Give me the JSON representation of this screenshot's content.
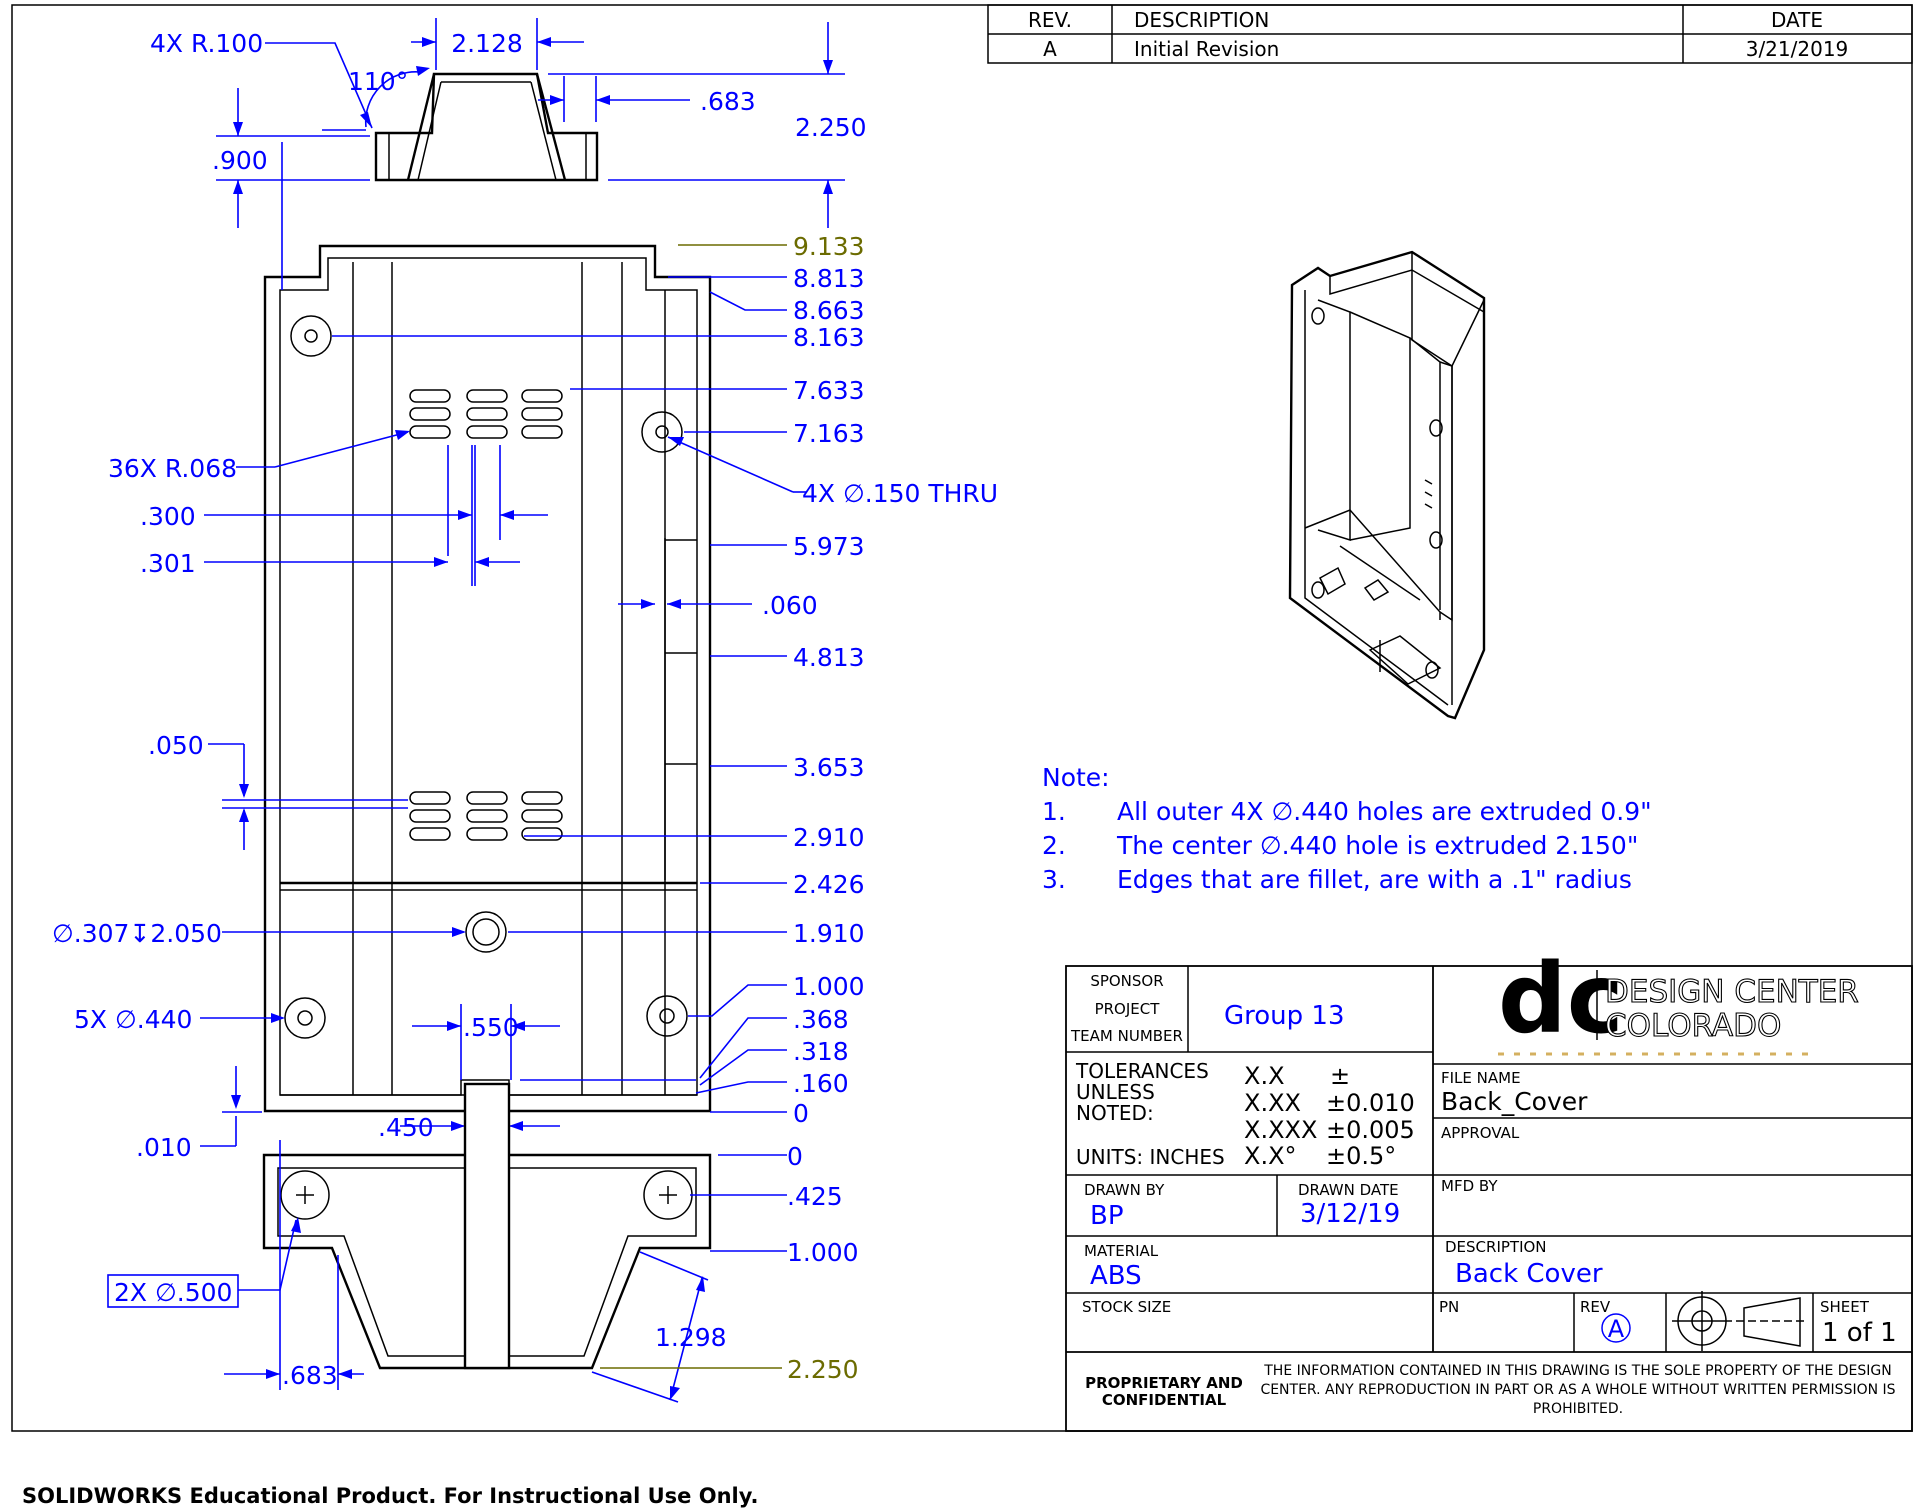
{
  "revision_table": {
    "headers": {
      "rev": "REV.",
      "description": "DESCRIPTION",
      "date": "DATE"
    },
    "row": {
      "rev": "A",
      "description": "Initial Revision",
      "date": "3/21/2019"
    }
  },
  "dimensions": {
    "top_view": {
      "fillet": "4X R.100",
      "width": "2.128",
      "angle": "110°",
      "offset": ".683",
      "height": "2.250",
      "base": ".900"
    },
    "front_view": {
      "d_9133": "9.133",
      "d_8813": "8.813",
      "d_8663": "8.663",
      "d_8163": "8.163",
      "d_7633": "7.633",
      "d_7163": "7.163",
      "slots": "36X R.068",
      "thru_holes": "4X ∅.150 THRU",
      "d_300": ".300",
      "d_301": ".301",
      "d_5973": "5.973",
      "d_060": ".060",
      "d_4813": "4.813",
      "d_050": ".050",
      "d_3653": "3.653",
      "d_2910": "2.910",
      "d_2426": "2.426",
      "center_hole": "∅.307↧2.050",
      "d_1910": "1.910",
      "outer_holes": "5X ∅.440",
      "d_550": ".550",
      "d_1000": "1.000",
      "d_368": ".368",
      "d_318": ".318",
      "d_160": ".160",
      "d_0": "0",
      "d_450": ".450",
      "d_010": ".010"
    },
    "bottom_view": {
      "d_0": "0",
      "d_425": ".425",
      "d_1000": "1.000",
      "holes": "2X ∅.500",
      "d_1298": "1.298",
      "d_683": ".683",
      "d_2250": "2.250"
    }
  },
  "notes": {
    "heading": "Note:",
    "items": [
      {
        "num": "1.",
        "text": "All outer 4X ∅.440 holes are extruded 0.9\""
      },
      {
        "num": "2.",
        "text": "The center ∅.440 hole is extruded 2.150\""
      },
      {
        "num": "3.",
        "text": "Edges that are fillet, are with a .1\" radius"
      }
    ]
  },
  "title_block": {
    "sponsor_label": "SPONSOR",
    "project_label": "PROJECT",
    "team_label": "TEAM NUMBER",
    "group": "Group 13",
    "logo_dc": "dc",
    "logo_line1": "DESIGN CENTER",
    "logo_line2": "COLORADO",
    "tol_label1": "TOLERANCES",
    "tol_label2": "UNLESS",
    "tol_label3": "NOTED:",
    "tol_xx": "X.X",
    "tol_xx_val": "±",
    "tol_xxx": "X.XX",
    "tol_xxx_val": "±0.010",
    "tol_xxxx": "X.XXX",
    "tol_xxxx_val": "±0.005",
    "tol_ang": "X.X°",
    "tol_ang_val": "±0.5°",
    "units": "UNITS: INCHES",
    "file_name_label": "FILE NAME",
    "file_name": "Back_Cover",
    "approval_label": "APPROVAL",
    "drawn_by_label": "DRAWN BY",
    "drawn_by": "BP",
    "drawn_date_label": "DRAWN DATE",
    "drawn_date": "3/12/19",
    "mfd_by_label": "MFD BY",
    "material_label": "MATERIAL",
    "material": "ABS",
    "description_label": "DESCRIPTION",
    "description": "Back Cover",
    "stock_label": "STOCK SIZE",
    "pn_label": "PN",
    "rev_label": "REV",
    "rev": "A",
    "sheet_label": "SHEET",
    "sheet": "1 of 1",
    "proprietary1": "PROPRIETARY AND",
    "proprietary2": "CONFIDENTIAL",
    "legal1": "THE INFORMATION CONTAINED IN THIS DRAWING IS THE SOLE PROPERTY OF THE DESIGN",
    "legal2": "CENTER. ANY REPRODUCTION IN PART OR AS A WHOLE WITHOUT WRITTEN PERMISSION IS",
    "legal3": "PROHIBITED."
  },
  "footer": "SOLIDWORKS Educational Product. For Instructional Use Only.",
  "colors": {
    "dimension": "#0000ff",
    "ordinate_alt": "#6b6b00",
    "line": "#000000"
  }
}
